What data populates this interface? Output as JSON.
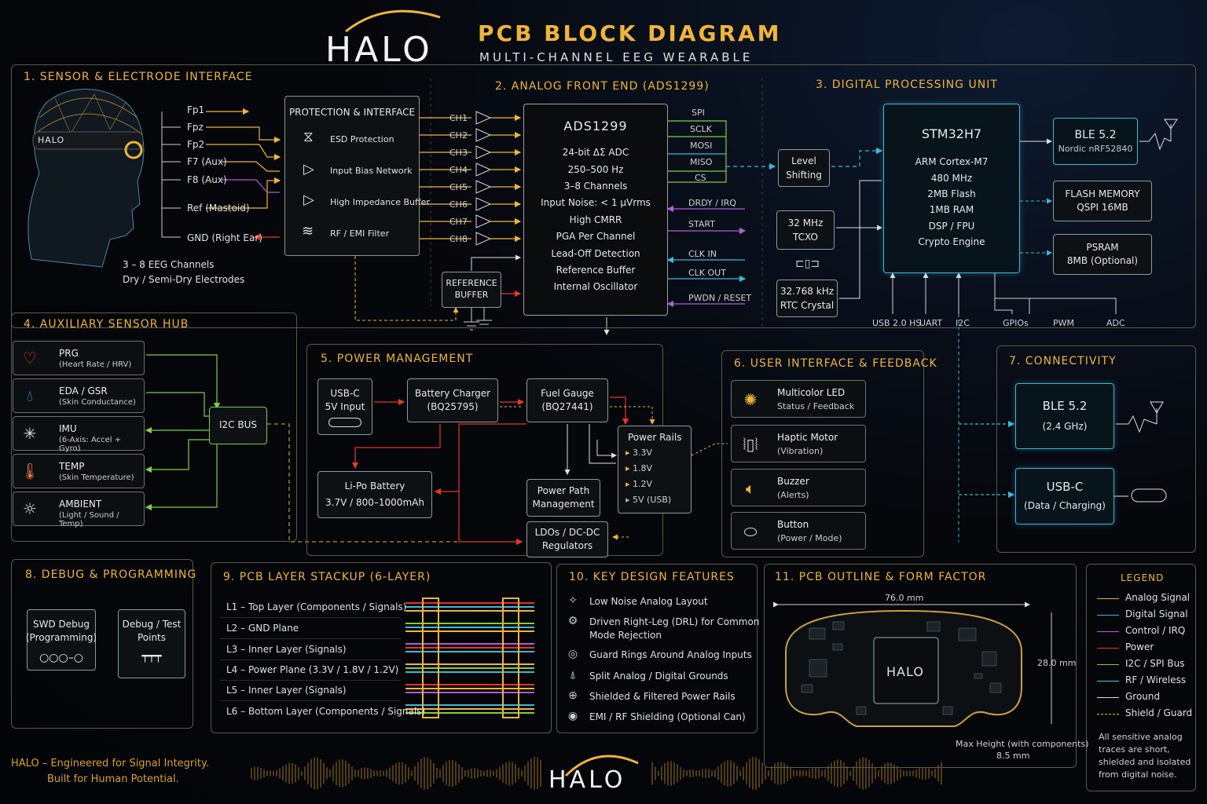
{
  "header": {
    "logo": "HALO",
    "title": "PCB BLOCK DIAGRAM",
    "subtitle": "MULTI-CHANNEL EEG WEARABLE"
  },
  "s1": {
    "title": "1. SENSOR & ELECTRODE INTERFACE",
    "headband_label": "HALO",
    "electrodes": [
      "Fp1",
      "Fpz",
      "Fp2",
      "F7 (Aux)",
      "F8 (Aux)",
      "Ref (Mastoid)",
      "GND (Right Ear)"
    ],
    "note1": "3 – 8 EEG Channels",
    "note2": "Dry / Semi-Dry Electrodes",
    "protection_title": "PROTECTION & INTERFACE",
    "protection": [
      "ESD Protection",
      "Input Bias Network",
      "High Impedance Buffer",
      "RF / EMI Filter"
    ]
  },
  "s2": {
    "title": "2. ANALOG FRONT END (ADS1299)",
    "channels": [
      "CH1",
      "CH2",
      "CH3",
      "CH4",
      "CH5",
      "CH6",
      "CH7",
      "CH8"
    ],
    "chip": "ADS1299",
    "specs": [
      "24-bit ΔΣ ADC",
      "250–500 Hz",
      "3–8 Channels",
      "Input Noise: < 1 µVrms",
      "High CMRR",
      "PGA Per Channel",
      "Lead-Off Detection",
      "Reference Buffer",
      "Internal Oscillator"
    ],
    "ref_buffer": [
      "REFERENCE",
      "BUFFER"
    ],
    "bus": [
      "SPI",
      "SCLK",
      "MOSI",
      "MISO",
      "CS"
    ],
    "signals": [
      "DRDY / IRQ",
      "START",
      "CLK IN",
      "CLK OUT",
      "PWDN / RESET"
    ]
  },
  "s3": {
    "title": "3. DIGITAL PROCESSING UNIT",
    "level": [
      "Level",
      "Shifting"
    ],
    "tcxo": [
      "32 MHz",
      "TCXO"
    ],
    "rtc": [
      "32.768 kHz",
      "RTC Crystal"
    ],
    "mcu": "STM32H7",
    "mcu_specs": [
      "ARM Cortex-M7",
      "480 MHz",
      "2MB Flash",
      "1MB RAM",
      "DSP / FPU",
      "Crypto Engine"
    ],
    "ble": [
      "BLE 5.2",
      "Nordic nRF52840"
    ],
    "flash": [
      "FLASH MEMORY",
      "QSPI 16MB"
    ],
    "psram": [
      "PSRAM",
      "8MB (Optional)"
    ],
    "ports": [
      "USB 2.0 HS",
      "UART",
      "I2C",
      "GPIOs",
      "PWM",
      "ADC"
    ]
  },
  "s4": {
    "title": "4. AUXILIARY SENSOR HUB",
    "sensors": [
      {
        "name": "PRG",
        "desc": "(Heart Rate / HRV)"
      },
      {
        "name": "EDA / GSR",
        "desc": "(Skin Conductance)"
      },
      {
        "name": "IMU",
        "desc": "(6-Axis: Accel + Gyro)"
      },
      {
        "name": "TEMP",
        "desc": "(Skin Temperature)"
      },
      {
        "name": "AMBIENT",
        "desc": "(Light / Sound / Temp)"
      }
    ],
    "bus": "I2C BUS"
  },
  "s5": {
    "title": "5. POWER MANAGEMENT",
    "usbc": [
      "USB-C",
      "5V Input"
    ],
    "charger": [
      "Battery Charger",
      "(BQ25795)"
    ],
    "gauge": [
      "Fuel Gauge",
      "(BQ27441)"
    ],
    "battery": [
      "Li-Po Battery",
      "3.7V / 800–1000mAh"
    ],
    "path": [
      "Power Path",
      "Management"
    ],
    "ldo": [
      "LDOs / DC-DC",
      "Regulators"
    ],
    "rails_title": "Power Rails",
    "rails": [
      "3.3V",
      "1.8V",
      "1.2V",
      "5V (USB)"
    ]
  },
  "s6": {
    "title": "6. USER INTERFACE & FEEDBACK",
    "items": [
      {
        "name": "Multicolor LED",
        "desc": "Status / Feedback"
      },
      {
        "name": "Haptic Motor",
        "desc": "(Vibration)"
      },
      {
        "name": "Buzzer",
        "desc": "(Alerts)"
      },
      {
        "name": "Button",
        "desc": "(Power / Mode)"
      }
    ]
  },
  "s7": {
    "title": "7. CONNECTIVITY",
    "ble": [
      "BLE 5.2",
      "(2.4 GHz)"
    ],
    "usbc": [
      "USB-C",
      "(Data / Charging)"
    ]
  },
  "s8": {
    "title": "8. DEBUG & PROGRAMMING",
    "swd": [
      "SWD Debug",
      "(Programming)"
    ],
    "tp": [
      "Debug / Test",
      "Points"
    ]
  },
  "s9": {
    "title": "9. PCB LAYER STACKUP (6-LAYER)",
    "layers": [
      "L1 – Top Layer (Components / Signals)",
      "L2 – GND Plane",
      "L3 – Inner Layer (Signals)",
      "L4 – Power Plane (3.3V / 1.8V / 1.2V)",
      "L5 – Inner Layer (Signals)",
      "L6 – Bottom Layer (Components / Signals)"
    ]
  },
  "s10": {
    "title": "10. KEY DESIGN FEATURES",
    "features": [
      "Low Noise Analog Layout",
      "Driven Right-Leg (DRL) for Common",
      "Mode Rejection",
      "Guard Rings Around Analog Inputs",
      "Split Analog / Digital Grounds",
      "Shielded & Filtered Power Rails",
      "EMI / RF Shielding (Optional Can)"
    ]
  },
  "s11": {
    "title": "11. PCB OUTLINE & FORM FACTOR",
    "width": "76.0 mm",
    "height": "28.0 mm",
    "chip": "HALO",
    "max_height_label": "Max Height (with components)",
    "max_height": "8.5 mm"
  },
  "legend": {
    "title": "LEGEND",
    "items": [
      {
        "label": "Analog Signal",
        "color": "#f0b43a"
      },
      {
        "label": "Digital Signal",
        "color": "#3fb8d8"
      },
      {
        "label": "Control / IRQ",
        "color": "#b25bd6"
      },
      {
        "label": "Power",
        "color": "#e8352a"
      },
      {
        "label": "I2C / SPI Bus",
        "color": "#7fcf3f"
      },
      {
        "label": "RF / Wireless",
        "color": "#3fd0e0"
      },
      {
        "label": "Ground",
        "color": "#e0e0e0"
      },
      {
        "label": "Shield / Guard",
        "color": "#f0b43a"
      }
    ],
    "note": [
      "All sensitive analog",
      "traces are short,",
      "shielded and isolated",
      "from digital noise."
    ]
  },
  "footer": {
    "tagline1": "HALO – Engineered for Signal Integrity.",
    "tagline2": "Built for Human Potential.",
    "logo": "HALO"
  }
}
